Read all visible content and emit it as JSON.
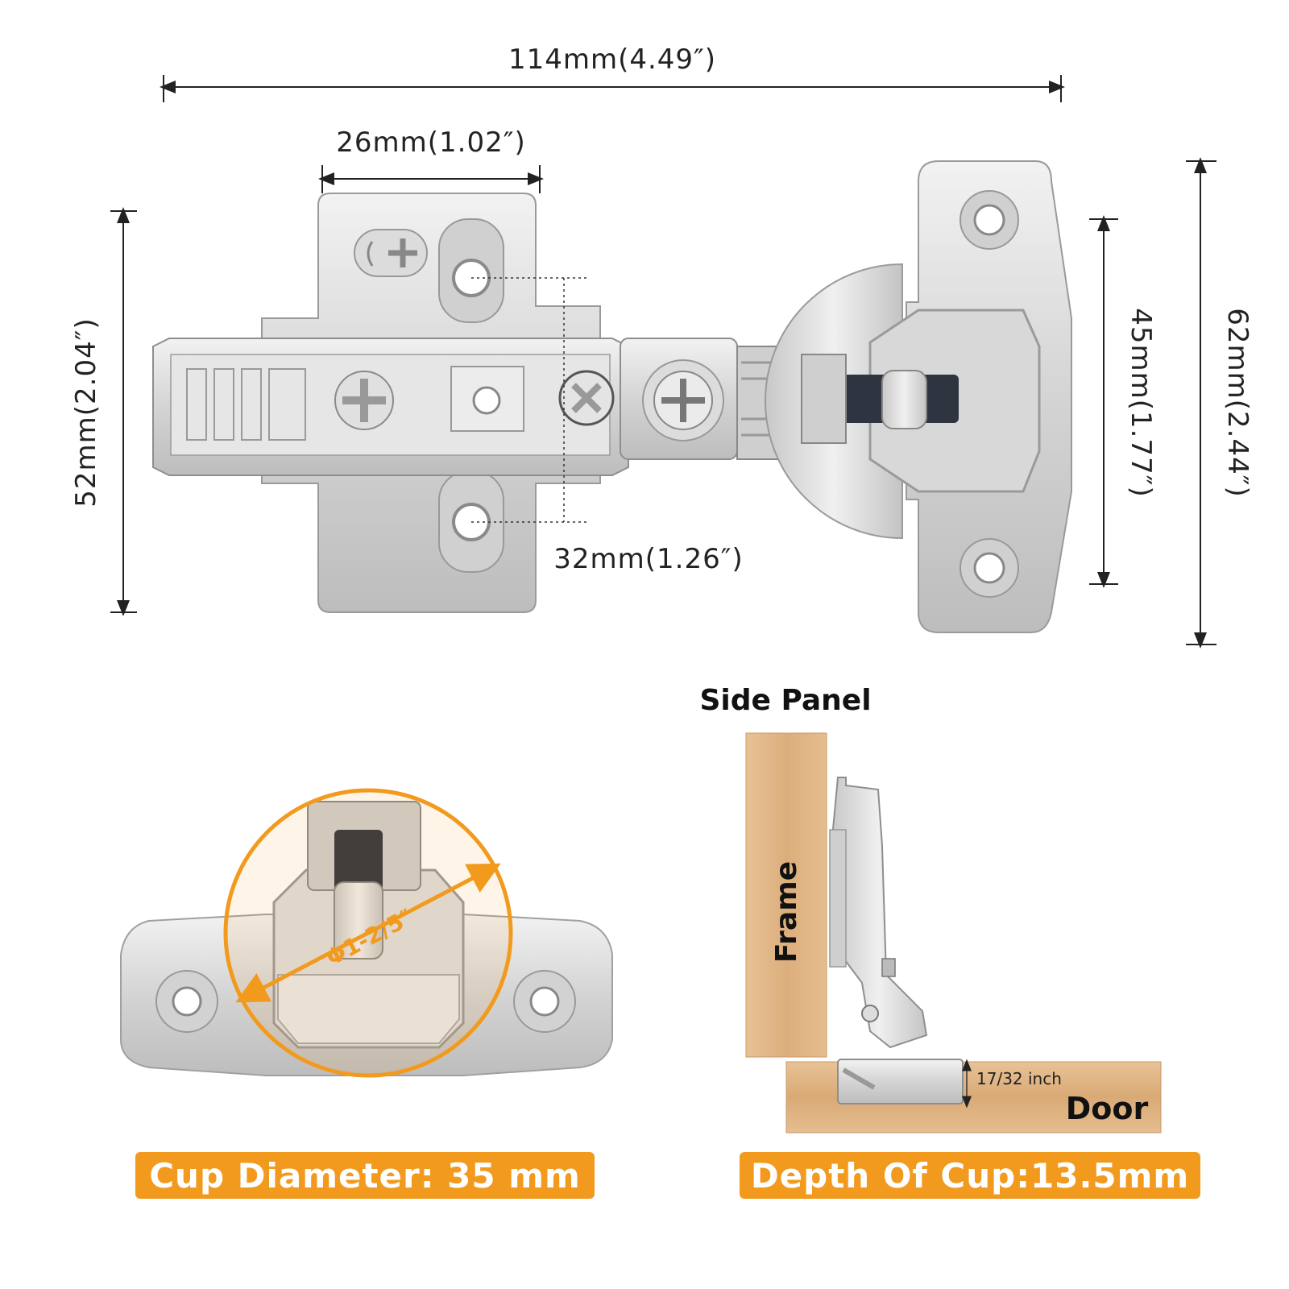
{
  "dimensions": {
    "total_length": "114mm(4.49″)",
    "plate_width": "26mm(1.02″)",
    "plate_height": "52mm(2.04″)",
    "hole_spacing": "32mm(1.26″)",
    "cup_inner_height": "45mm(1.77″)",
    "cup_plate_height": "62mm(2.44″)"
  },
  "cup_detail": {
    "diameter_label": "Φ1-2/5″",
    "banner": "Cup Diameter: 35 mm"
  },
  "install_diagram": {
    "side_panel": "Side Panel",
    "frame": "Frame",
    "door": "Door",
    "depth_inch": "17/32 inch",
    "banner": "Depth Of Cup:13.5mm"
  },
  "colors": {
    "accent_orange": "#f29a1e",
    "metal": "#d9d9d9",
    "wood": "#e2b98a"
  }
}
